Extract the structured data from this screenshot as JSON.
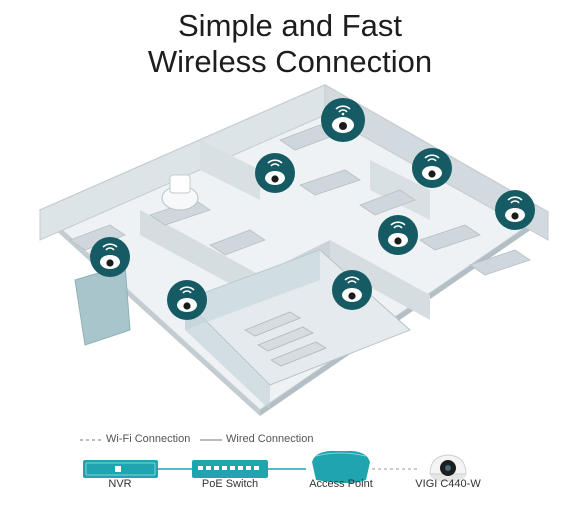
{
  "title": {
    "line1": "Simple and Fast",
    "line2": "Wireless Connection"
  },
  "legend": {
    "wifi": "Wi-Fi Connection",
    "wired": "Wired Connection"
  },
  "devices": [
    {
      "label": "NVR",
      "icon": "nvr-icon"
    },
    {
      "label": "PoE Switch",
      "icon": "poe-switch-icon"
    },
    {
      "label": "Access Point",
      "icon": "access-point-icon"
    },
    {
      "label": "VIGI C440-W",
      "icon": "camera-icon"
    }
  ],
  "colors": {
    "accent": "#1ea5b0",
    "camera_badge": "#165a63",
    "floor": "#e9eef1",
    "wall": "#cfd8dd"
  }
}
